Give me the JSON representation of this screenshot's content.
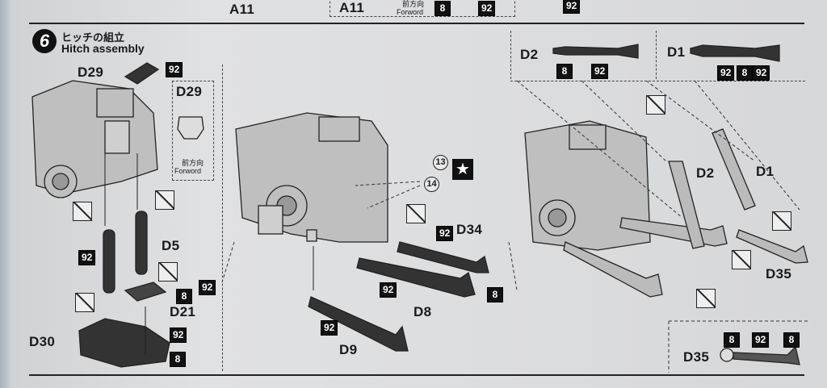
{
  "top_strip": {
    "left_label": "A11",
    "box_label": "A11",
    "arrow_jp": "前方向",
    "arrow_en": "Forword",
    "box_badges": [
      "8",
      "92"
    ],
    "right_badge": "92"
  },
  "step": {
    "number": "6",
    "title_jp": "ヒッチの組立",
    "title_en": "Hitch assembly"
  },
  "left_panel": {
    "labels": [
      "D29",
      "D5",
      "D21",
      "D30"
    ],
    "inset": {
      "label": "D29",
      "arrow_jp": "前方向",
      "arrow_en": "Forword"
    },
    "badges": [
      "92",
      "92",
      "8",
      "92",
      "92",
      "8"
    ]
  },
  "middle_panel": {
    "labels": [
      "D34",
      "D8",
      "D9"
    ],
    "circled": [
      "13",
      "14"
    ],
    "star": "★",
    "badges": [
      "92",
      "8",
      "92",
      "92"
    ]
  },
  "right_panel": {
    "top_parts": [
      {
        "label": "D2",
        "badges": [
          "8",
          "92"
        ]
      },
      {
        "label": "D1",
        "badges": [
          "92",
          "8",
          "92"
        ]
      }
    ],
    "labels": [
      "D2",
      "D1",
      "D35"
    ],
    "detail": {
      "label": "D35",
      "badges": [
        "8",
        "92",
        "8"
      ]
    }
  }
}
